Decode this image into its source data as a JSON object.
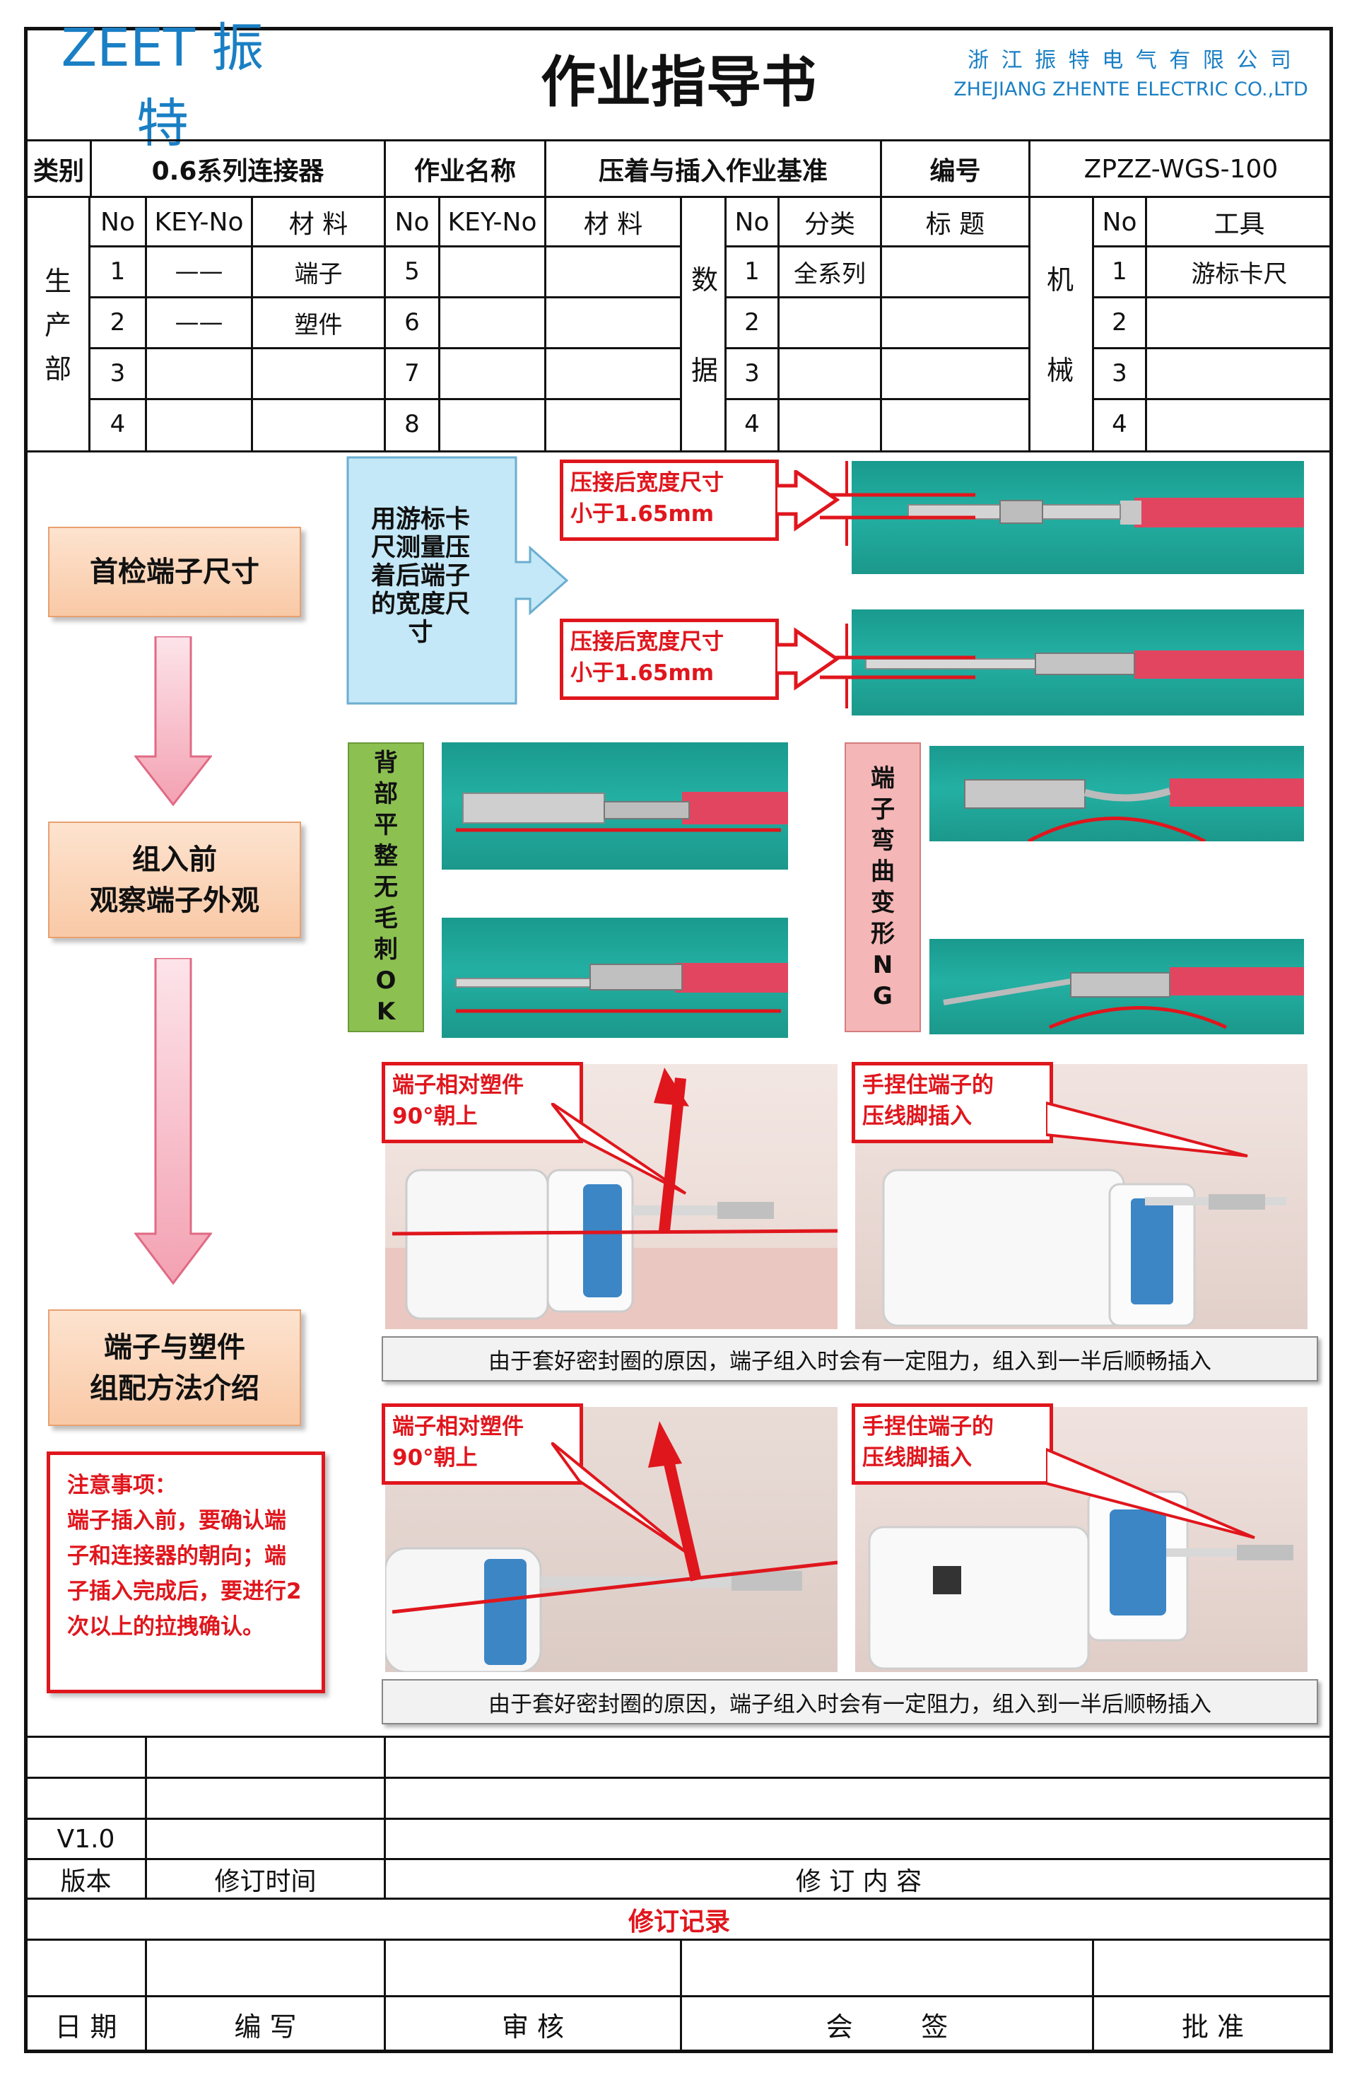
{
  "header": {
    "logo": "ZEET 振特",
    "title": "作业指导书",
    "company_cn": "浙 江 振 特 电 气 有 限 公 司",
    "company_en": "ZHEJIANG ZHENTE ELECTRIC CO.,LTD"
  },
  "info_row": {
    "category_label": "类别",
    "category_value": "0.6系列连接器",
    "job_name_label": "作业名称",
    "job_name_value": "压着与插入作业基准",
    "code_label": "编号",
    "code_value": "ZPZZ-WGS-100"
  },
  "materials": {
    "section_label": "生产部",
    "headers": [
      "No",
      "KEY-No",
      "材 料",
      "No",
      "KEY-No",
      "材 料"
    ],
    "rows": [
      [
        "1",
        "——",
        "端子",
        "5",
        "",
        ""
      ],
      [
        "2",
        "——",
        "塑件",
        "6",
        "",
        ""
      ],
      [
        "3",
        "",
        "",
        "7",
        "",
        ""
      ],
      [
        "4",
        "",
        "",
        "8",
        "",
        ""
      ]
    ]
  },
  "data_section": {
    "label": "数据",
    "headers": [
      "No",
      "分类",
      "标 题"
    ],
    "rows": [
      [
        "1",
        "全系列",
        ""
      ],
      [
        "2",
        "",
        ""
      ],
      [
        "3",
        "",
        ""
      ],
      [
        "4",
        "",
        ""
      ]
    ]
  },
  "machine_section": {
    "label": "机械",
    "headers": [
      "No",
      "工具"
    ],
    "rows": [
      [
        "1",
        "游标卡尺"
      ],
      [
        "2",
        ""
      ],
      [
        "3",
        ""
      ],
      [
        "4",
        ""
      ]
    ]
  },
  "steps": [
    "首检端子尺寸",
    "组入前\n观察端子外观",
    "端子与塑件\n组配方法介绍"
  ],
  "measure_note": "用游标卡尺测量压着后端子的宽度尺寸",
  "width_callouts": [
    "压接后宽度尺寸\n小于1.65mm",
    "压接后宽度尺寸\n小于1.65mm"
  ],
  "ok_label": "背部平整无毛刺OK",
  "ng_label": "端子弯曲变形NG",
  "assembly_callouts": [
    "端子相对塑件\n90°朝上",
    "手捏住端子的\n压线脚插入",
    "端子相对塑件\n90°朝上",
    "手捏住端子的\n压线脚插入"
  ],
  "captions": [
    "由于套好密封圈的原因，端子组入时会有一定阻力，组入到一半后顺畅插入",
    "由于套好密封圈的原因，端子组入时会有一定阻力，组入到一半后顺畅插入"
  ],
  "notice": "注意事项：\n端子插入前，要确认端子和连接器的朝向；端子插入完成后，要进行2次以上的拉拽确认。",
  "revision": {
    "version_value": "V1.0",
    "version_label": "版本",
    "time_label": "修订时间",
    "content_label": "修 订 内 容",
    "record_label": "修订记录"
  },
  "signoff": [
    "日 期",
    "编 写",
    "审 核",
    "会        签",
    "批 准"
  ],
  "colors": {
    "accent_red": "#e0161d",
    "logo_blue": "#1a7fc4",
    "ok_green": "#8cc152",
    "ng_pink": "#f4b6b6"
  }
}
